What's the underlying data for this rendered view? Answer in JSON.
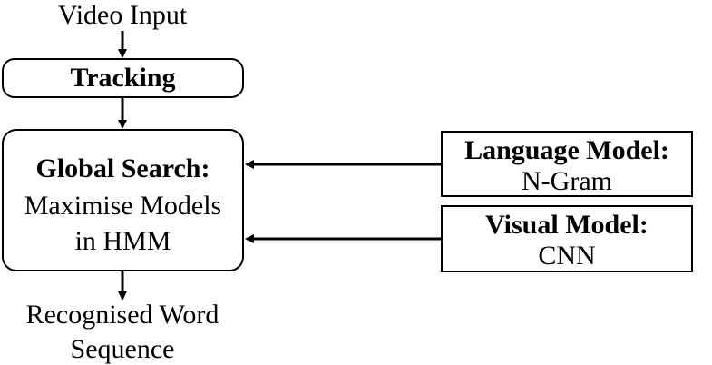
{
  "input": {
    "label": "Video Input"
  },
  "tracking": {
    "label": "Tracking"
  },
  "global_search": {
    "title": "Global Search:",
    "line1": "Maximise Models",
    "line2": "in HMM"
  },
  "language_model": {
    "title": "Language Model:",
    "subtitle": "N-Gram"
  },
  "visual_model": {
    "title": "Visual Model:",
    "subtitle": "CNN"
  },
  "output": {
    "line1": "Recognised Word",
    "line2": "Sequence"
  },
  "colors": {
    "stroke": "#000000",
    "background": "#ffffff"
  }
}
